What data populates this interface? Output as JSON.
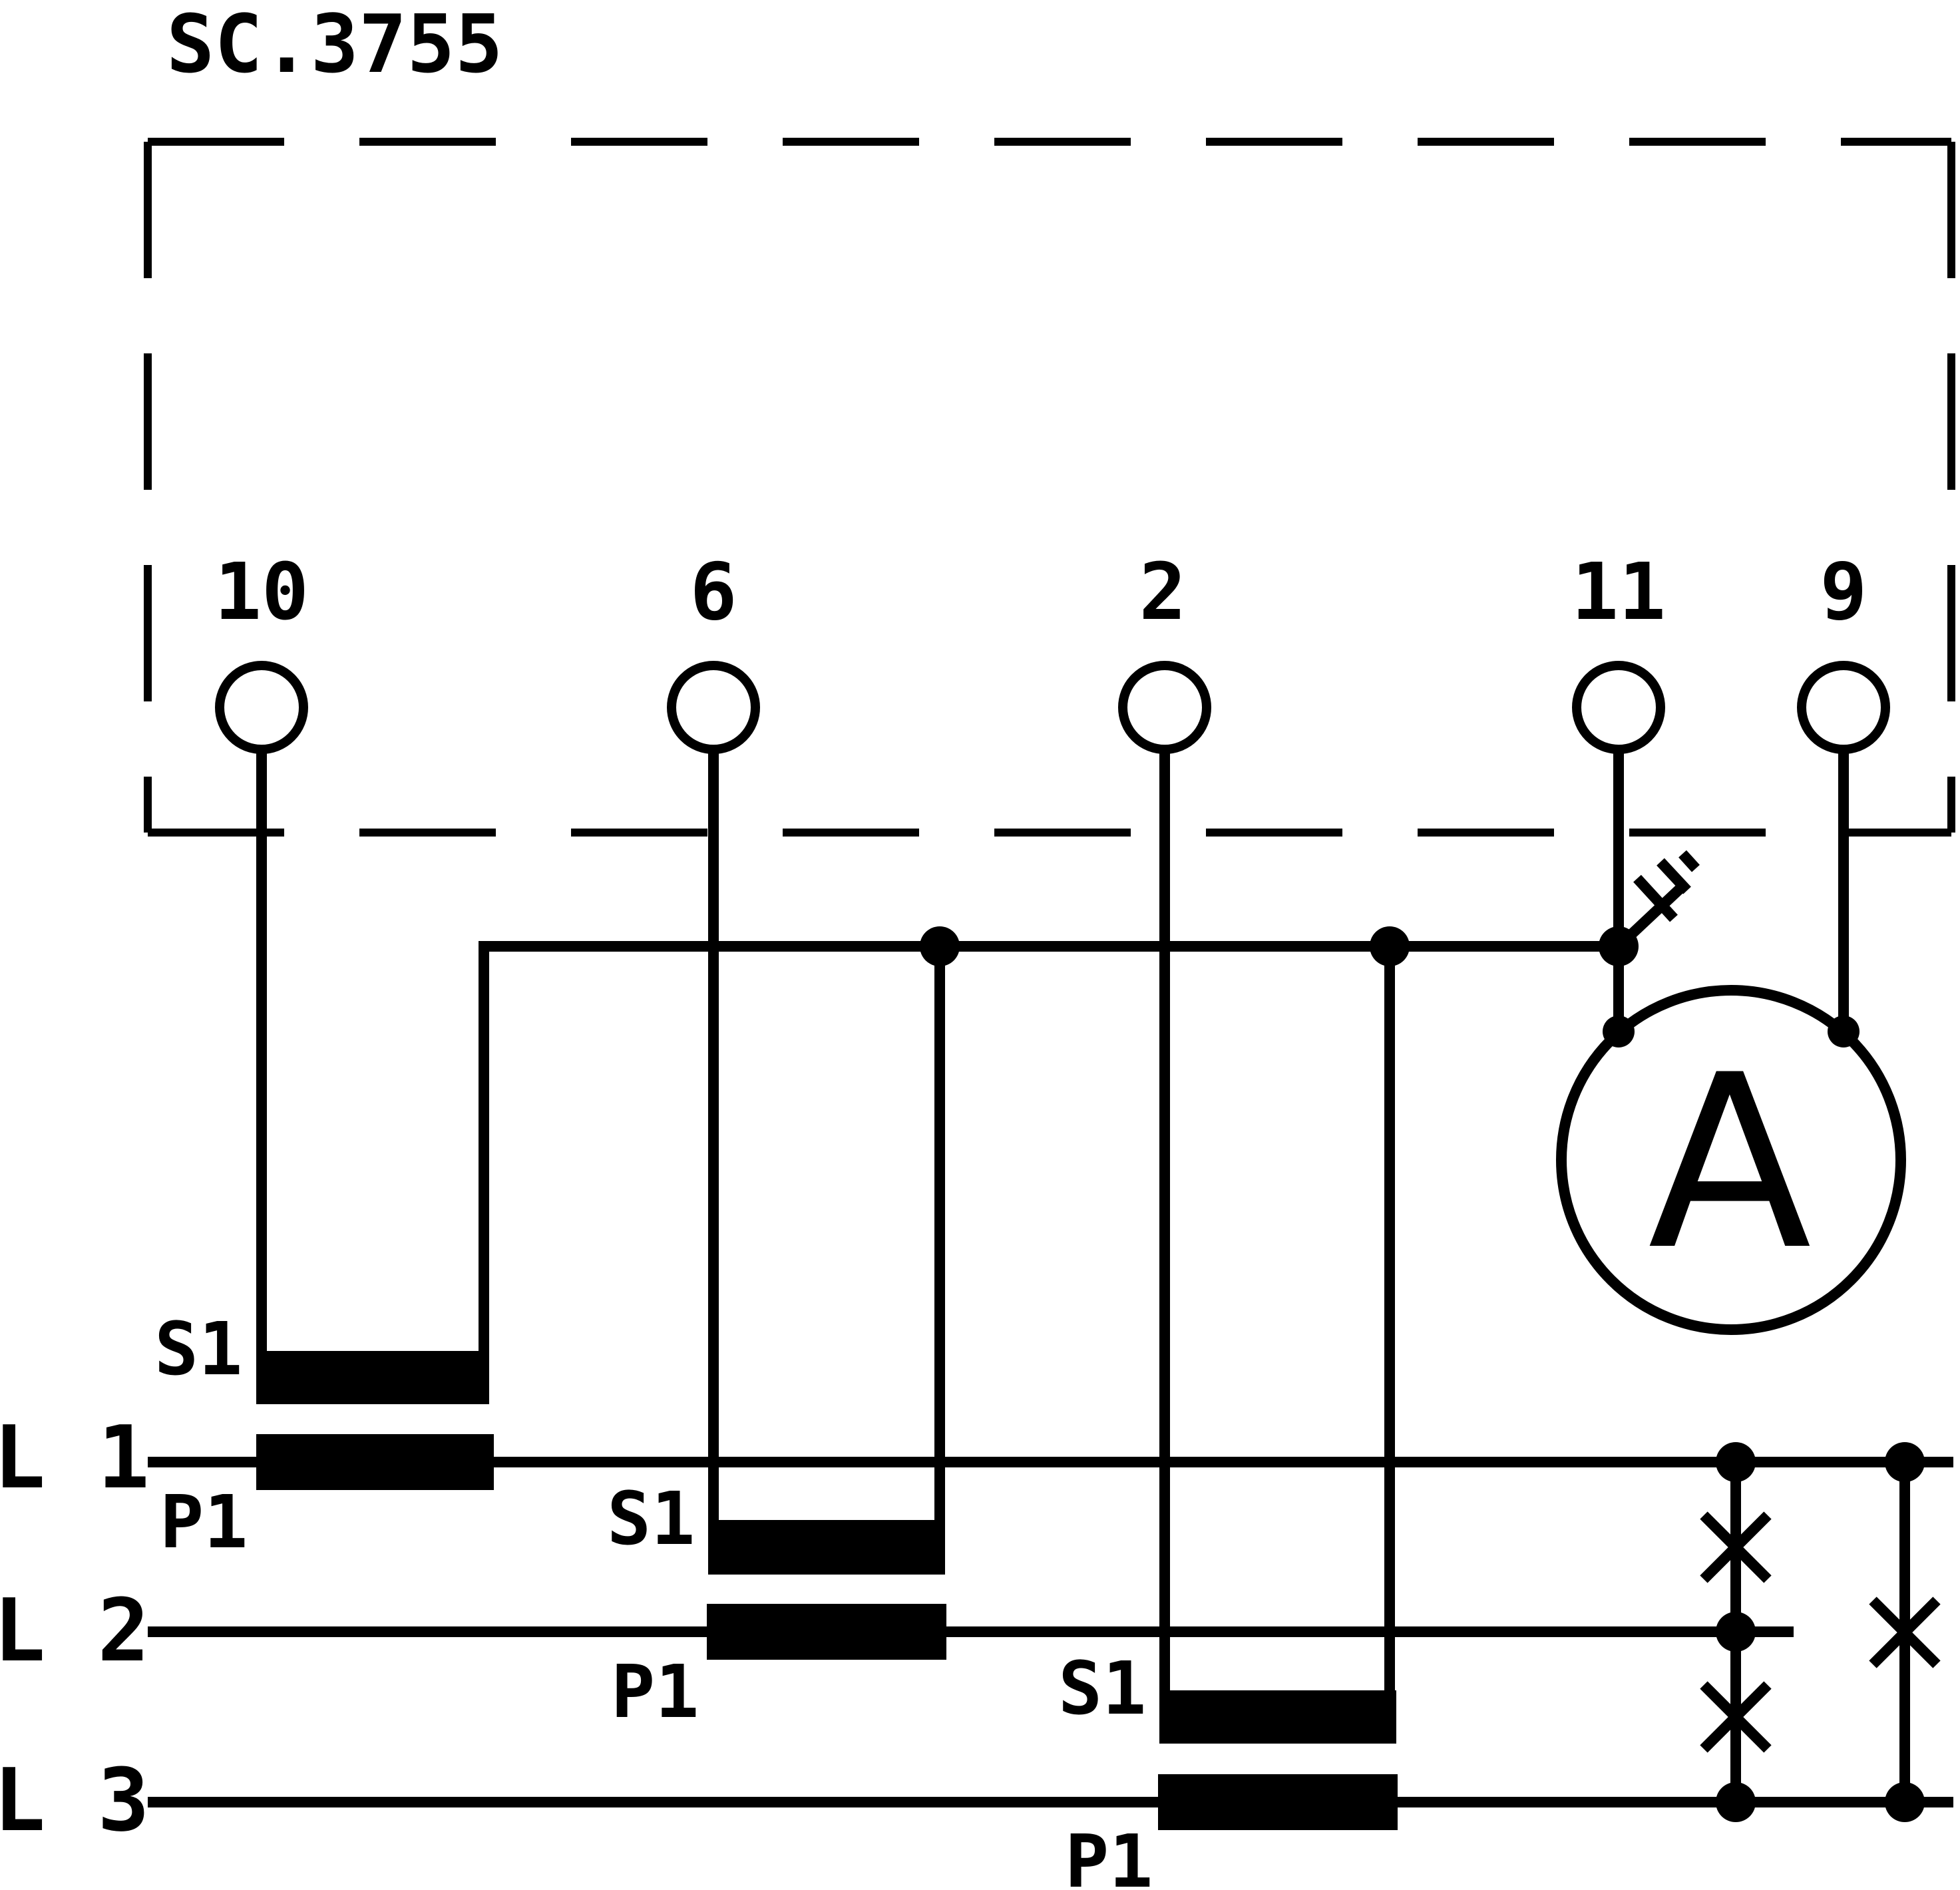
{
  "title": "SC.3755",
  "terminals": [
    "10",
    "6",
    "2",
    "11",
    "9"
  ],
  "ct_secondary_label": "S1",
  "ct_primary_label": "P1",
  "lines": [
    "L 1",
    "L 2",
    "L 3"
  ],
  "meter_symbol": "A",
  "colors": {
    "ink": "#000000",
    "paper": "#ffffff"
  }
}
